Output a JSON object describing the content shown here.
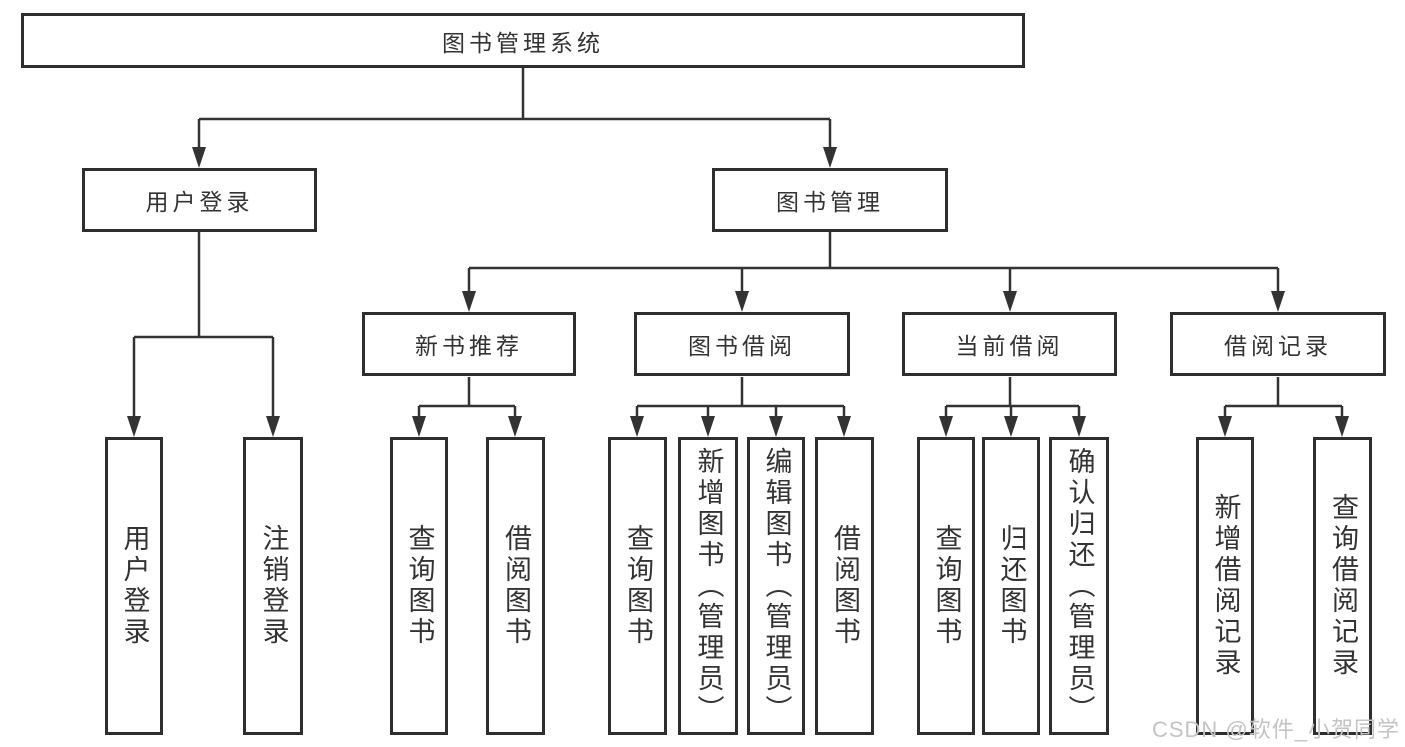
{
  "tree": {
    "root_label": "图书管理系统",
    "branches": [
      {
        "label": "用户登录",
        "leaves": [
          "用户登录",
          "注销登录"
        ]
      },
      {
        "label": "图书管理",
        "groups": [
          {
            "label": "新书推荐",
            "leaves": [
              "查询图书",
              "借阅图书"
            ]
          },
          {
            "label": "图书借阅",
            "leaves": [
              "查询图书",
              "新增图书（管理员）",
              "编辑图书（管理员）",
              "借阅图书"
            ]
          },
          {
            "label": "当前借阅",
            "leaves": [
              "查询图书",
              "归还图书",
              "确认归还（管理员）"
            ]
          },
          {
            "label": "借阅记录",
            "leaves": [
              "新增借阅记录",
              "查询借阅记录"
            ]
          }
        ]
      }
    ]
  },
  "watermark": {
    "text": "CSDN @软件_小贺同学"
  },
  "colors": {
    "line": "#333333",
    "box_border": "#2e2e2e",
    "text": "#333333",
    "background": "#ffffff",
    "watermark": "#c3c3c3"
  }
}
